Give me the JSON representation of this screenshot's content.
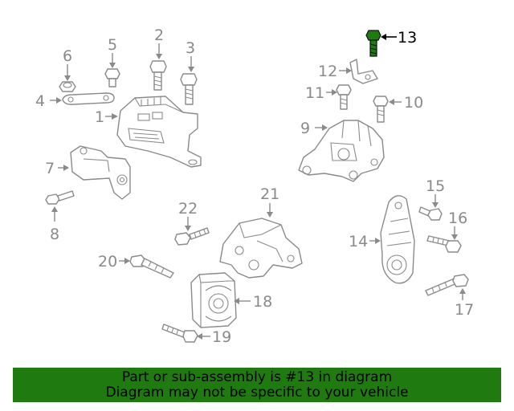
{
  "callouts": {
    "c1": "1",
    "c2": "2",
    "c3": "3",
    "c4": "4",
    "c5": "5",
    "c6": "6",
    "c7": "7",
    "c8": "8",
    "c9": "9",
    "c10": "10",
    "c11": "11",
    "c12": "12",
    "c13": "13",
    "c14": "14",
    "c15": "15",
    "c16": "16",
    "c17": "17",
    "c18": "18",
    "c19": "19",
    "c20": "20",
    "c21": "21",
    "c22": "22"
  },
  "highlighted_part": "13",
  "colors": {
    "banner": "#1f7a10",
    "linework": "#8a8a8a",
    "highlight": "#1f7a10"
  },
  "banner": {
    "line1": "Part or sub-assembly is #13 in diagram",
    "line2": "Diagram may not be specific to your vehicle"
  }
}
